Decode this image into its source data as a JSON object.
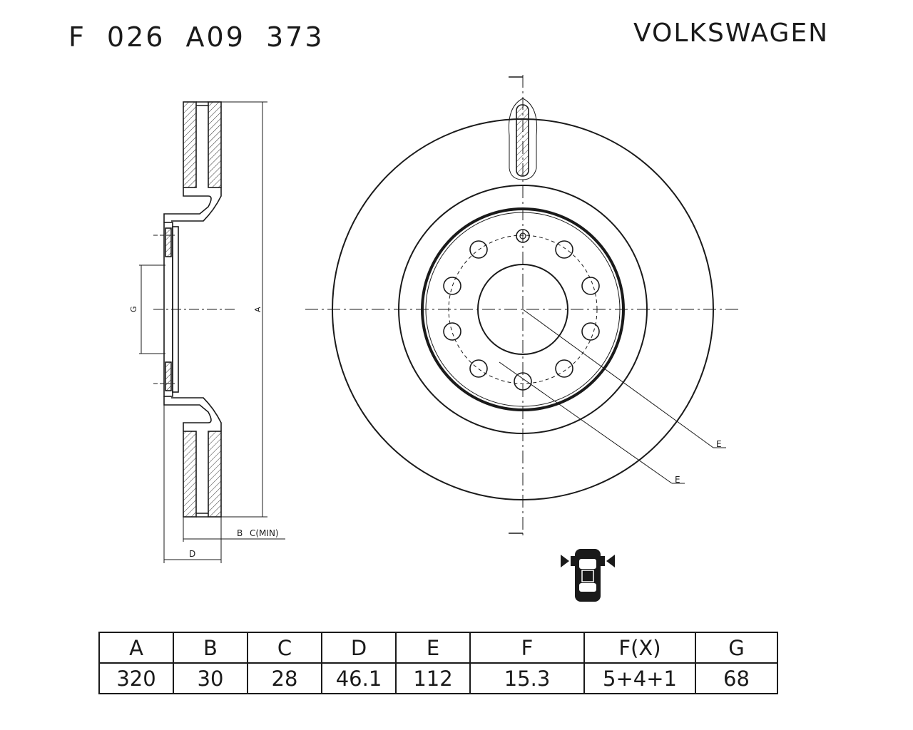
{
  "header": {
    "part_number": "F 026 A09 373",
    "brand": "VOLKSWAGEN"
  },
  "drawing": {
    "labels": {
      "A": "A",
      "G": "G",
      "B": "B",
      "C_min": "C(MIN)",
      "D": "D",
      "E1": "E",
      "E2": "E"
    },
    "icon": "car-front-axle-icon"
  },
  "spec_table": {
    "headers": [
      "A",
      "B",
      "C",
      "D",
      "E",
      "F",
      "F(X)",
      "G"
    ],
    "values": [
      "320",
      "30",
      "28",
      "46.1",
      "112",
      "15.3",
      "5+4+1",
      "68"
    ]
  }
}
